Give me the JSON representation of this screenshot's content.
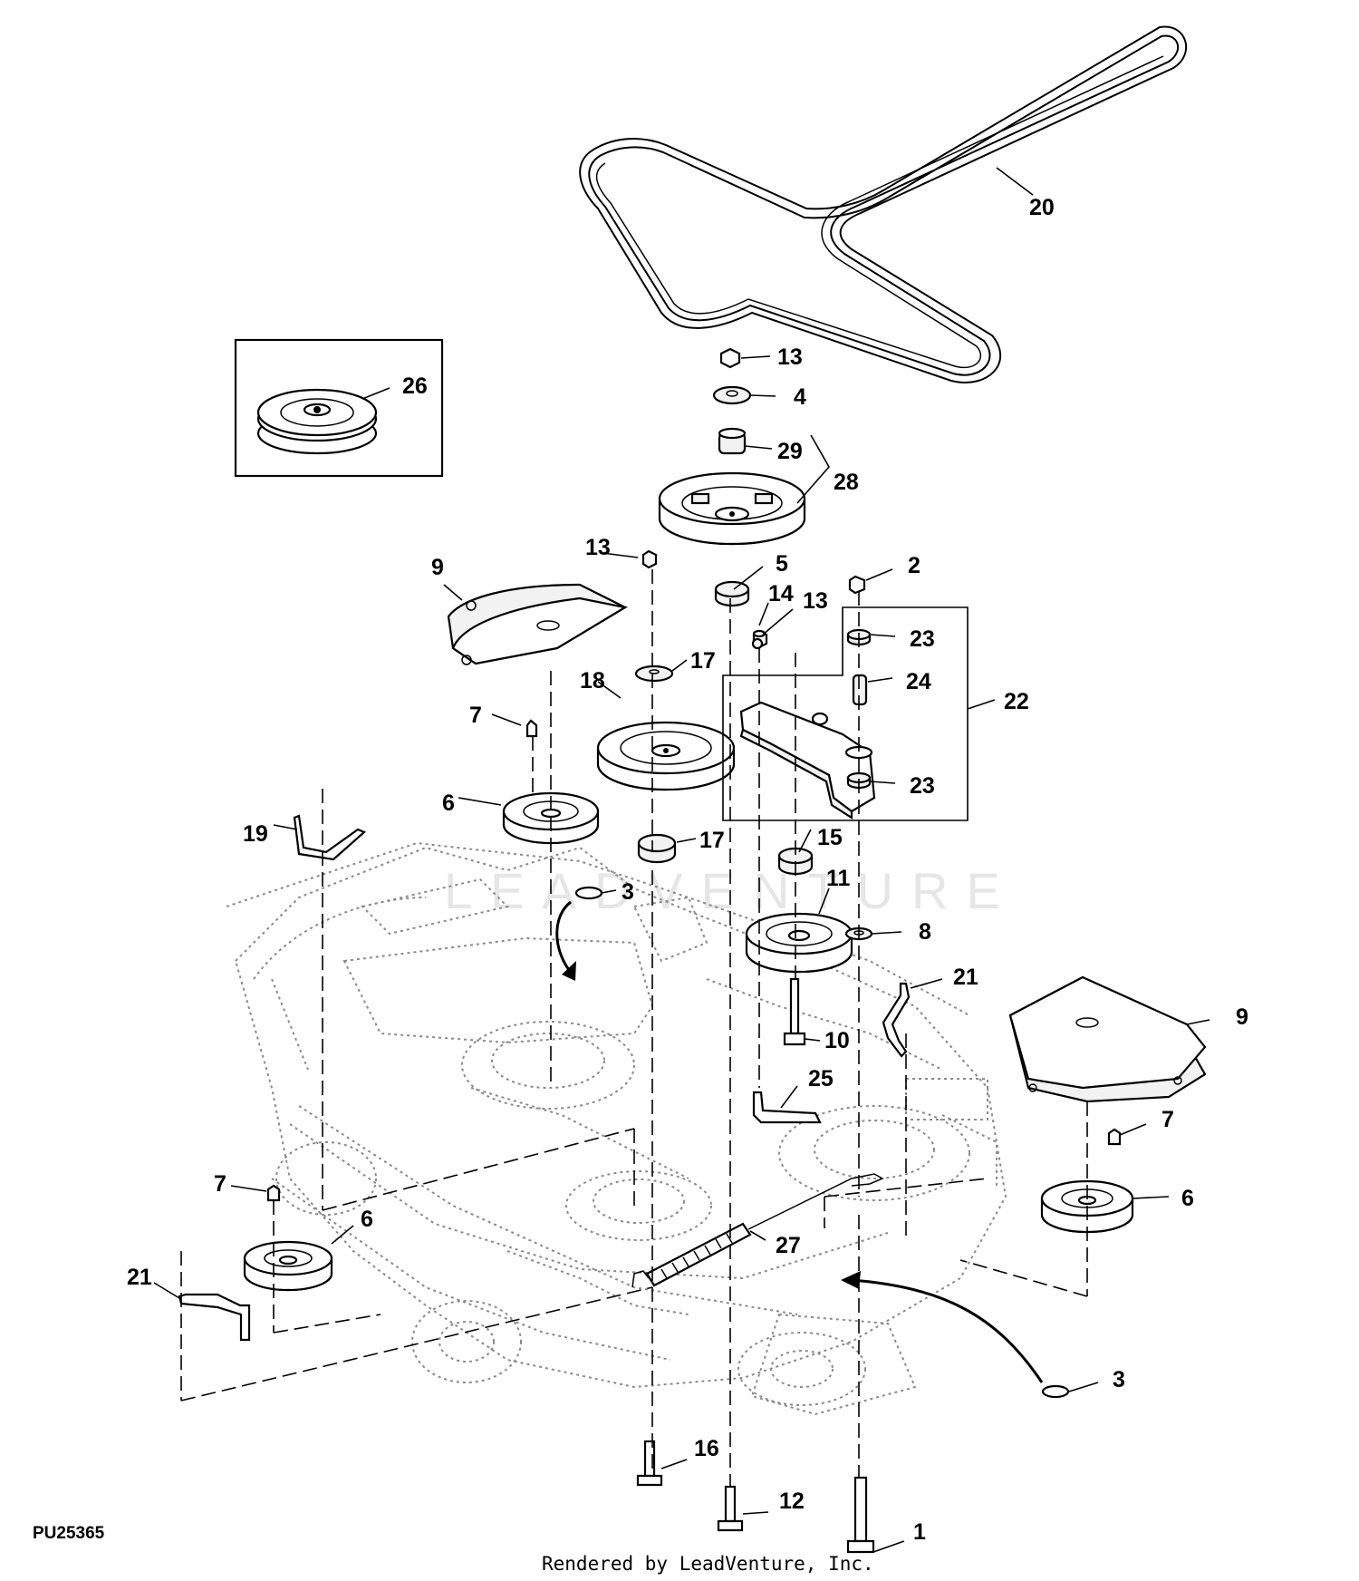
{
  "figure_id": "PU25365",
  "watermark": "LEADVENTURE",
  "footer_credit": "Rendered by LeadVenture, Inc.",
  "callouts": {
    "c20": "20",
    "c13a": "13",
    "c4": "4",
    "c29": "29",
    "c28": "28",
    "c26": "26",
    "c13b": "13",
    "c5": "5",
    "c2": "2",
    "c14": "14",
    "c13c": "13",
    "c23a": "23",
    "c24": "24",
    "c22": "22",
    "c23b": "23",
    "c9a": "9",
    "c17a": "17",
    "c18": "18",
    "c7a": "7",
    "c6a": "6",
    "c19": "19",
    "c17b": "17",
    "c15": "15",
    "c3a": "3",
    "c11": "11",
    "c8": "8",
    "c21a": "21",
    "c9b": "9",
    "c10": "10",
    "c25": "25",
    "c7b": "7",
    "c7c": "7",
    "c6b": "6",
    "c6c": "6",
    "c27": "27",
    "c21b": "21",
    "c3b": "3",
    "c16": "16",
    "c12": "12",
    "c1": "1"
  }
}
